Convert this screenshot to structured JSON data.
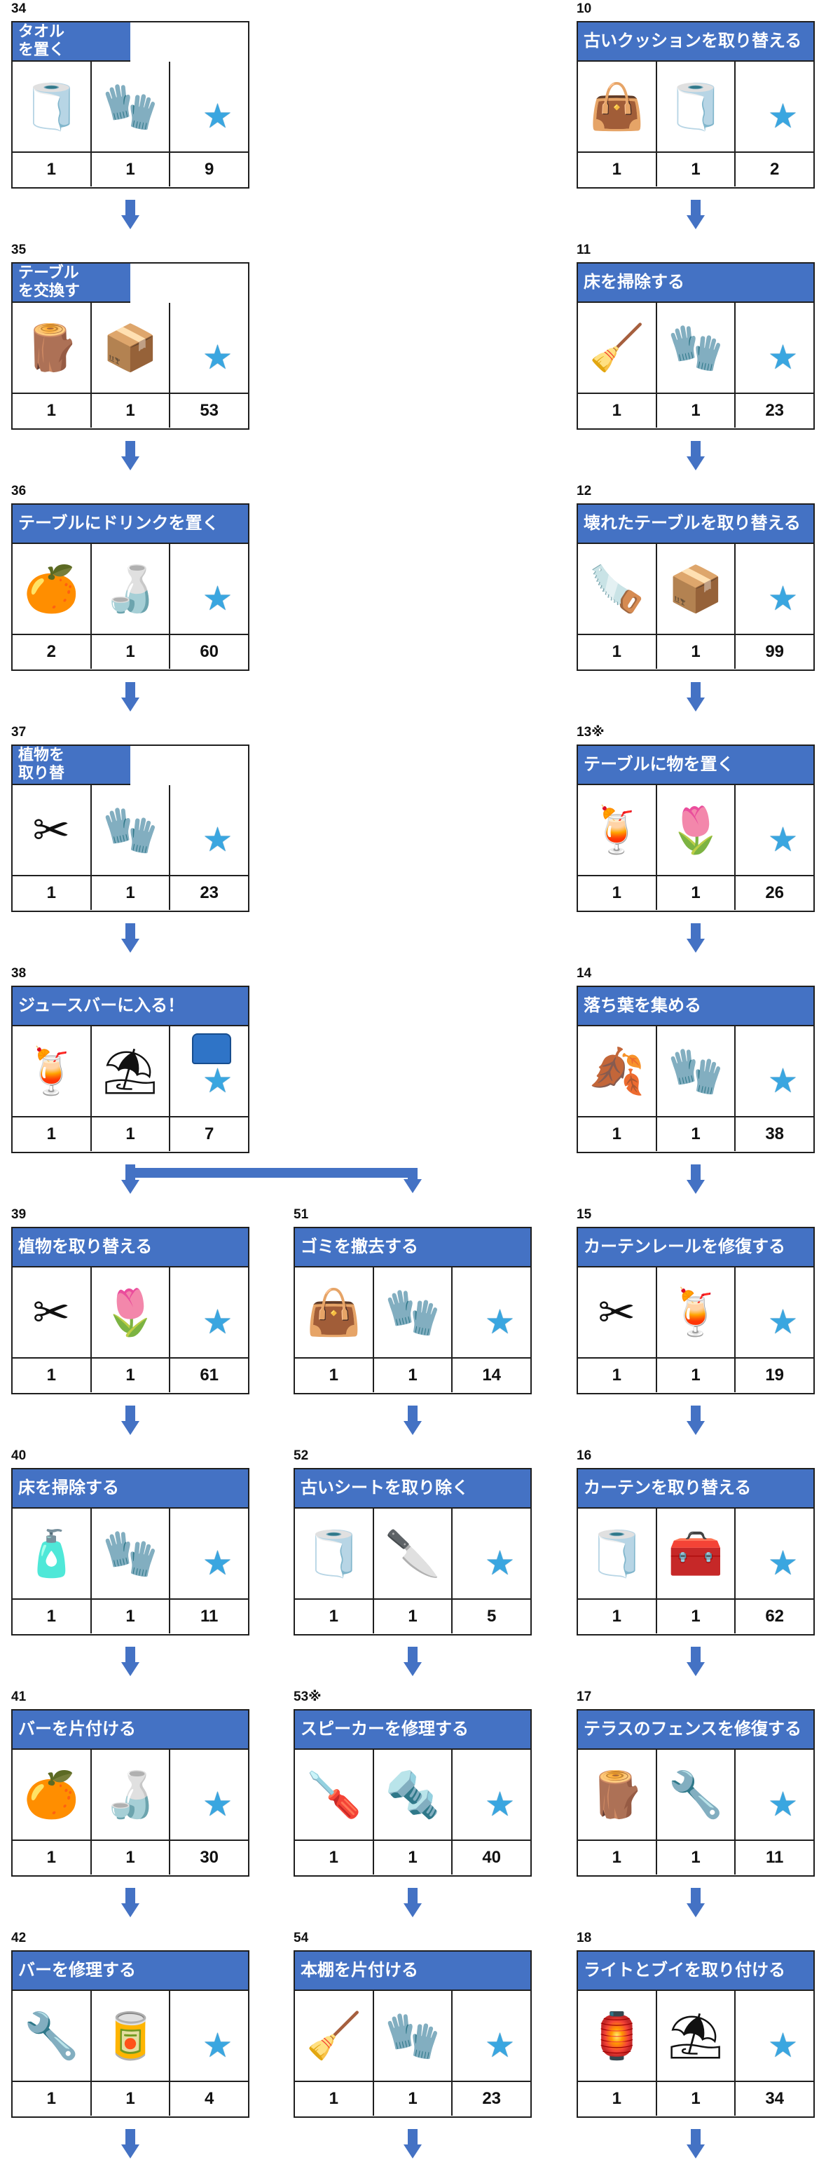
{
  "left": [
    {
      "num": "34",
      "title": "タオル\nを置く",
      "wrap": true,
      "items": [
        "towel-icon",
        "gloves-icon"
      ],
      "counts": [
        "1",
        "1",
        "9"
      ]
    },
    {
      "num": "35",
      "title": "テーブル\nを交換す",
      "wrap": true,
      "items": [
        "wood-logs-icon",
        "nails-box-icon"
      ],
      "counts": [
        "1",
        "1",
        "53"
      ]
    },
    {
      "num": "36",
      "title": "テーブルにドリンクを置く",
      "wrap": false,
      "items": [
        "juice-jug-icon",
        "water-bottle-icon"
      ],
      "counts": [
        "2",
        "1",
        "60"
      ]
    },
    {
      "num": "37",
      "title": "植物を\n取り替",
      "wrap": true,
      "items": [
        "garden-shears-icon",
        "gloves-icon"
      ],
      "counts": [
        "1",
        "1",
        "23"
      ]
    },
    {
      "num": "38",
      "title": "ジュースバーに入る！",
      "wrap": false,
      "items": [
        "cocktail-icon",
        "parasol-icon"
      ],
      "counts": [
        "1",
        "1",
        "7"
      ],
      "chest": true
    },
    {
      "num": "39",
      "title": "植物を取り替える",
      "wrap": false,
      "items": [
        "garden-shears-icon",
        "flower-pot-icon"
      ],
      "counts": [
        "1",
        "1",
        "61"
      ]
    },
    {
      "num": "40",
      "title": "床を掃除する",
      "wrap": false,
      "items": [
        "spray-bottle-icon",
        "gloves-icon"
      ],
      "counts": [
        "1",
        "1",
        "11"
      ]
    },
    {
      "num": "41",
      "title": "バーを片付ける",
      "wrap": false,
      "items": [
        "juice-jug-icon",
        "water-bottle-icon"
      ],
      "counts": [
        "1",
        "1",
        "30"
      ]
    },
    {
      "num": "42",
      "title": "バーを修理する",
      "wrap": false,
      "items": [
        "pliers-icon",
        "paint-can-icon"
      ],
      "counts": [
        "1",
        "1",
        "4"
      ]
    }
  ],
  "middle": [
    {
      "num": "51",
      "title": "ゴミを撤去する",
      "wrap": false,
      "items": [
        "sandbag-icon",
        "gloves-icon"
      ],
      "counts": [
        "1",
        "1",
        "14"
      ]
    },
    {
      "num": "52",
      "title": "古いシートを取り除く",
      "wrap": false,
      "items": [
        "towel-icon",
        "knife-icon"
      ],
      "counts": [
        "1",
        "1",
        "5"
      ]
    },
    {
      "num": "53※",
      "title": "スピーカーを修理する",
      "wrap": false,
      "items": [
        "screwdriver-icon",
        "screws-icon"
      ],
      "counts": [
        "1",
        "1",
        "40"
      ]
    },
    {
      "num": "54",
      "title": "本棚を片付ける",
      "wrap": false,
      "items": [
        "dustpan-icon",
        "gloves-icon"
      ],
      "counts": [
        "1",
        "1",
        "23"
      ]
    }
  ],
  "right": [
    {
      "num": "10",
      "title": "古いクッションを取り替える",
      "wrap": false,
      "items": [
        "sandbag-icon",
        "towel-icon"
      ],
      "counts": [
        "1",
        "1",
        "2"
      ]
    },
    {
      "num": "11",
      "title": "床を掃除する",
      "wrap": false,
      "items": [
        "dustpan-icon",
        "gloves-icon"
      ],
      "counts": [
        "1",
        "1",
        "23"
      ]
    },
    {
      "num": "12",
      "title": "壊れたテーブルを取り替える",
      "wrap": false,
      "items": [
        "saw-icon",
        "nails-box-icon"
      ],
      "counts": [
        "1",
        "1",
        "99"
      ]
    },
    {
      "num": "13※",
      "title": "テーブルに物を置く",
      "wrap": false,
      "items": [
        "cocktail-icon",
        "flower-pot-icon"
      ],
      "counts": [
        "1",
        "1",
        "26"
      ]
    },
    {
      "num": "14",
      "title": "落ち葉を集める",
      "wrap": false,
      "items": [
        "feather-duster-icon",
        "gloves-icon"
      ],
      "counts": [
        "1",
        "1",
        "38"
      ]
    },
    {
      "num": "15",
      "title": "カーテンレールを修復する",
      "wrap": false,
      "items": [
        "garden-shears-icon",
        "cocktail-icon"
      ],
      "counts": [
        "1",
        "1",
        "19"
      ]
    },
    {
      "num": "16",
      "title": "カーテンを取り替える",
      "wrap": false,
      "items": [
        "towel-icon",
        "fabric-box-icon"
      ],
      "counts": [
        "1",
        "1",
        "62"
      ]
    },
    {
      "num": "17",
      "title": "テラスのフェンスを修復する",
      "wrap": false,
      "items": [
        "wood-logs-icon",
        "pliers-icon"
      ],
      "counts": [
        "1",
        "1",
        "11"
      ]
    },
    {
      "num": "18",
      "title": "ライトとブイを取り付ける",
      "wrap": false,
      "items": [
        "lantern-icon",
        "parasol-icon"
      ],
      "counts": [
        "1",
        "1",
        "34"
      ]
    }
  ],
  "icons": {
    "towel-icon": "🧻",
    "gloves-icon": "🧤",
    "wood-logs-icon": "🪵",
    "nails-box-icon": "📦",
    "juice-jug-icon": "🍊",
    "water-bottle-icon": "🍶",
    "garden-shears-icon": "✂",
    "cocktail-icon": "🍹",
    "parasol-icon": "⛱",
    "flower-pot-icon": "🌷",
    "spray-bottle-icon": "🧴",
    "pliers-icon": "🔧",
    "paint-can-icon": "🥫",
    "sandbag-icon": "👜",
    "knife-icon": "🔪",
    "screwdriver-icon": "🪛",
    "screws-icon": "🔩",
    "dustpan-icon": "🧹",
    "saw-icon": "🪚",
    "feather-duster-icon": "🍂",
    "fabric-box-icon": "🧰",
    "lantern-icon": "🏮",
    "star-icon": "★"
  },
  "colors": {
    "header": "#4472c4",
    "star": "#3aa6e0",
    "arrow": "#4472c4"
  }
}
